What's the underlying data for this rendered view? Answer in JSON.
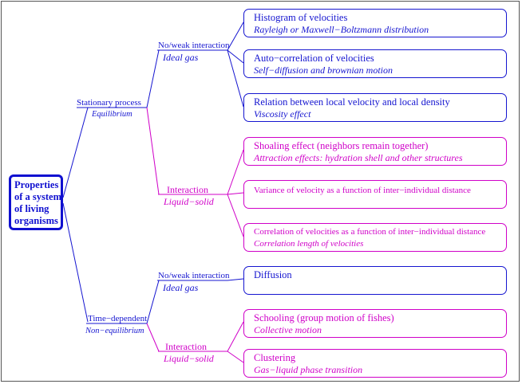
{
  "root": {
    "lines": [
      "Properties",
      "of a system",
      "of living",
      "organisms"
    ]
  },
  "branches": {
    "stationary": {
      "label": "Stationary process",
      "sub": "Equilibrium"
    },
    "time_dependent": {
      "label": "Time−dependent",
      "sub": "Non−equilibrium"
    },
    "stat_ideal": {
      "label": "No/weak interaction",
      "sub": "Ideal gas"
    },
    "stat_interaction": {
      "label": "Interaction",
      "sub": "Liquid−solid"
    },
    "time_ideal": {
      "label": "No/weak interaction",
      "sub": "Ideal gas"
    },
    "time_interaction": {
      "label": "Interaction",
      "sub": "Liquid−solid"
    }
  },
  "leaves": {
    "histogram": {
      "title": "Histogram of velocities",
      "detail": "Rayleigh or Maxwell−Boltzmann distribution"
    },
    "autocorrelation": {
      "title": "Auto−correlation of velocities",
      "detail": "Self−diffusion and brownian motion"
    },
    "relation": {
      "title": "Relation between local velocity and local density",
      "detail": "Viscosity effect"
    },
    "shoaling": {
      "title": "Shoaling effect (neighbors remain together)",
      "detail": "Attraction effects: hydration shell and other structures"
    },
    "variance": {
      "title": "Variance of velocity as a function of inter−individual distance",
      "detail": ""
    },
    "correlation": {
      "title": "Correlation of velocities as a function of inter−individual distance",
      "detail": "Correlation length of velocities"
    },
    "diffusion": {
      "title": "Diffusion",
      "detail": ""
    },
    "schooling": {
      "title": "Schooling (group motion of fishes)",
      "detail": "Collective motion"
    },
    "clustering": {
      "title": "Clustering",
      "detail": "Gas−liquid phase transition"
    }
  },
  "colors": {
    "blue": "#1515d0",
    "magenta": "#d000c8",
    "root_border": "#1010d0"
  }
}
